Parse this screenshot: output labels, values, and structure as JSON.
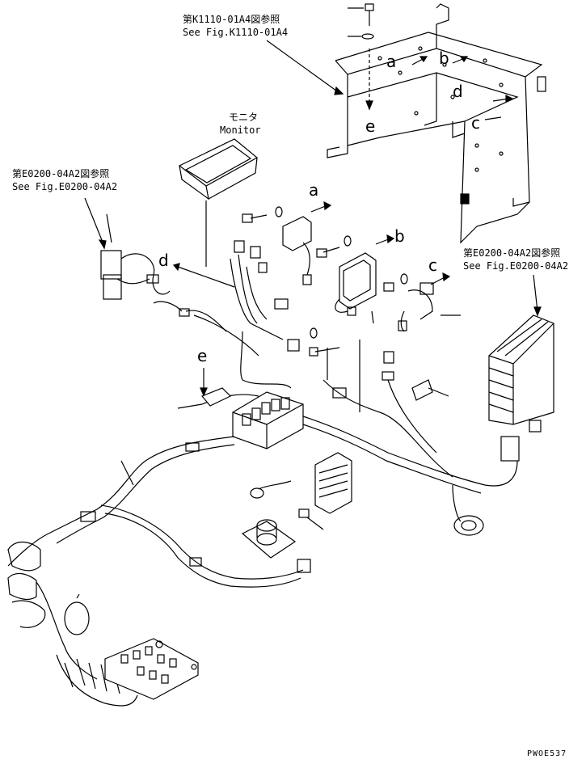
{
  "refs": {
    "top_jp": "第K1110-01A4図参照",
    "top_en": "See Fig.K1110-01A4",
    "left_jp": "第E0200-04A2図参照",
    "left_en": "See Fig.E0200-04A2",
    "right_jp": "第E0200-04A2図参照",
    "right_en": "See Fig.E0200-04A2"
  },
  "monitor": {
    "jp": "モニタ",
    "en": "Monitor"
  },
  "letters": {
    "a1": "a",
    "b1": "b",
    "d1": "d",
    "c1": "c",
    "e1": "e",
    "a2": "a",
    "b2": "b",
    "c2": "c",
    "d2": "d",
    "e2": "e"
  },
  "drawing_code": "PWOE537",
  "colors": {
    "ink": "#000000",
    "paper": "#ffffff"
  }
}
